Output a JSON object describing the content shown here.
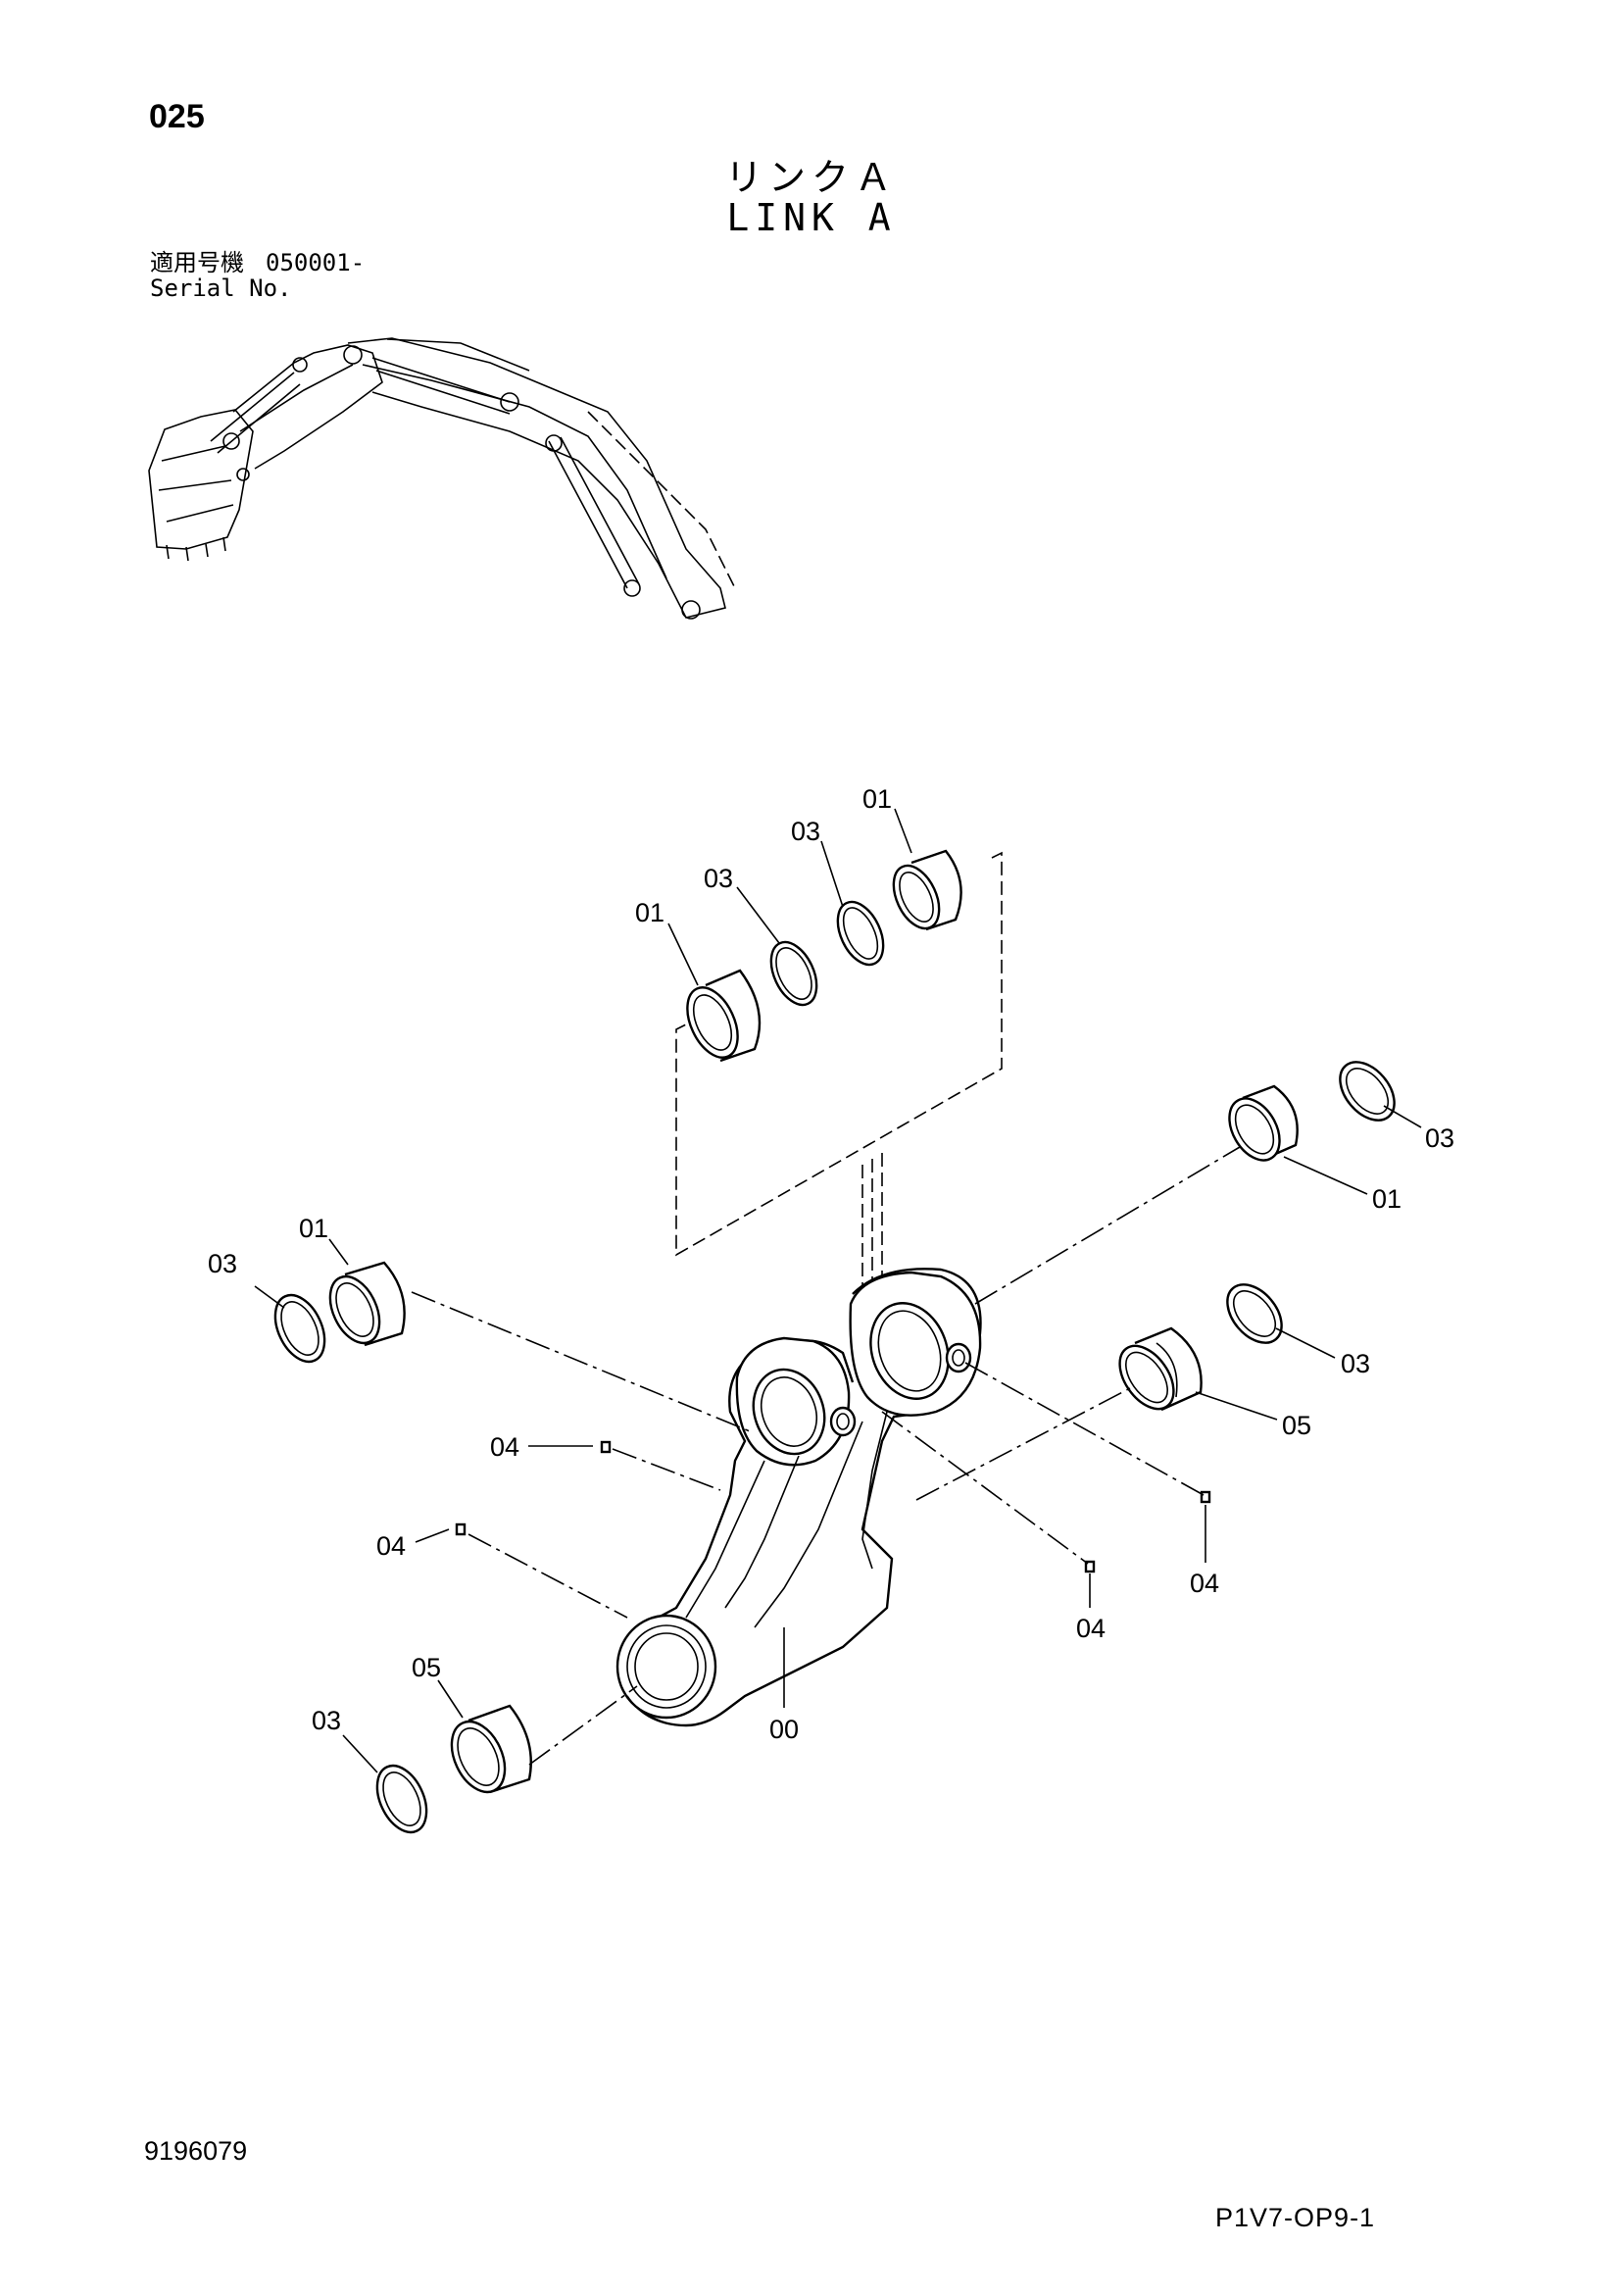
{
  "header": {
    "page_number": "025",
    "title_jp": "リンクＡ",
    "title_en": "LINK A"
  },
  "serial": {
    "label_jp": "適用号機",
    "value": "050001-",
    "label_en": "Serial No."
  },
  "callouts": {
    "top_01_right": "01",
    "top_03_right": "03",
    "top_03_left": "03",
    "top_01_left": "01",
    "right_03_upper": "03",
    "right_01": "01",
    "right_03_lower": "03",
    "right_05": "05",
    "left_03_upper": "03",
    "left_01": "01",
    "mid_04": "04",
    "left_04": "04",
    "center_04": "04",
    "right_04": "04",
    "left_05": "05",
    "left_03_lower": "03",
    "body_00": "00"
  },
  "footer": {
    "document_code": "9196079",
    "plate_code": "P1V7-OP9-1"
  }
}
